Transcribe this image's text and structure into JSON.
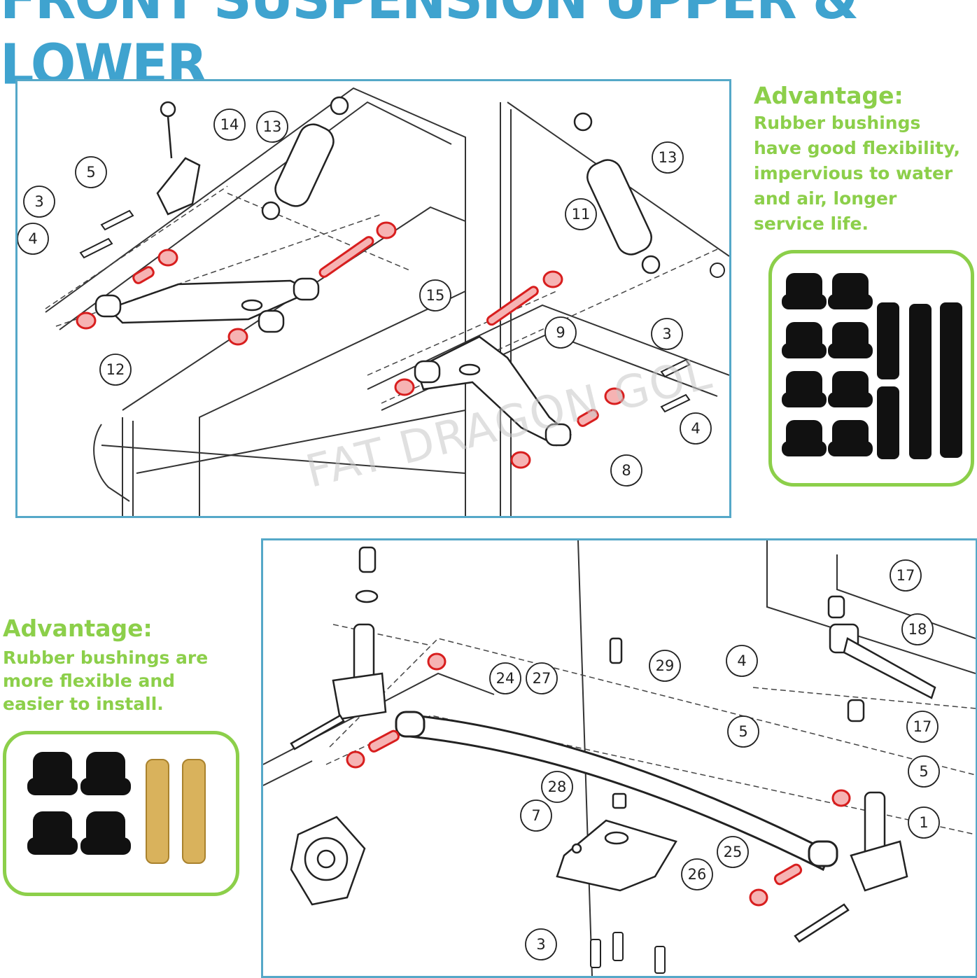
{
  "title": "FRONT SUSPENSION UPPER & LOWER",
  "watermark": "FAT DRAGON GOL",
  "advantage_right": {
    "heading": "Advantage:",
    "text": "Rubber bushings\nhave good flexibility,\nimpervious to water\nand air, longer\nservice life."
  },
  "advantage_left": {
    "heading": "Advantage:",
    "text": "Rubber bushings are\nmore flexible and\neasier to install."
  },
  "top_diagram_callouts": [
    "14",
    "13",
    "5",
    "3",
    "4",
    "12",
    "13",
    "11",
    "15",
    "9",
    "3",
    "4",
    "8"
  ],
  "bottom_diagram_callouts": [
    "17",
    "18",
    "29",
    "24",
    "27",
    "4",
    "5",
    "17",
    "5",
    "28",
    "7",
    "1",
    "25",
    "26",
    "3"
  ],
  "colors": {
    "title": "#3fa3cf",
    "panel_border": "#55a8c8",
    "advantage_text": "#8ccf4a",
    "bushing_highlight": "#d81e1e",
    "bushing_fill": "#f6b3b3"
  }
}
